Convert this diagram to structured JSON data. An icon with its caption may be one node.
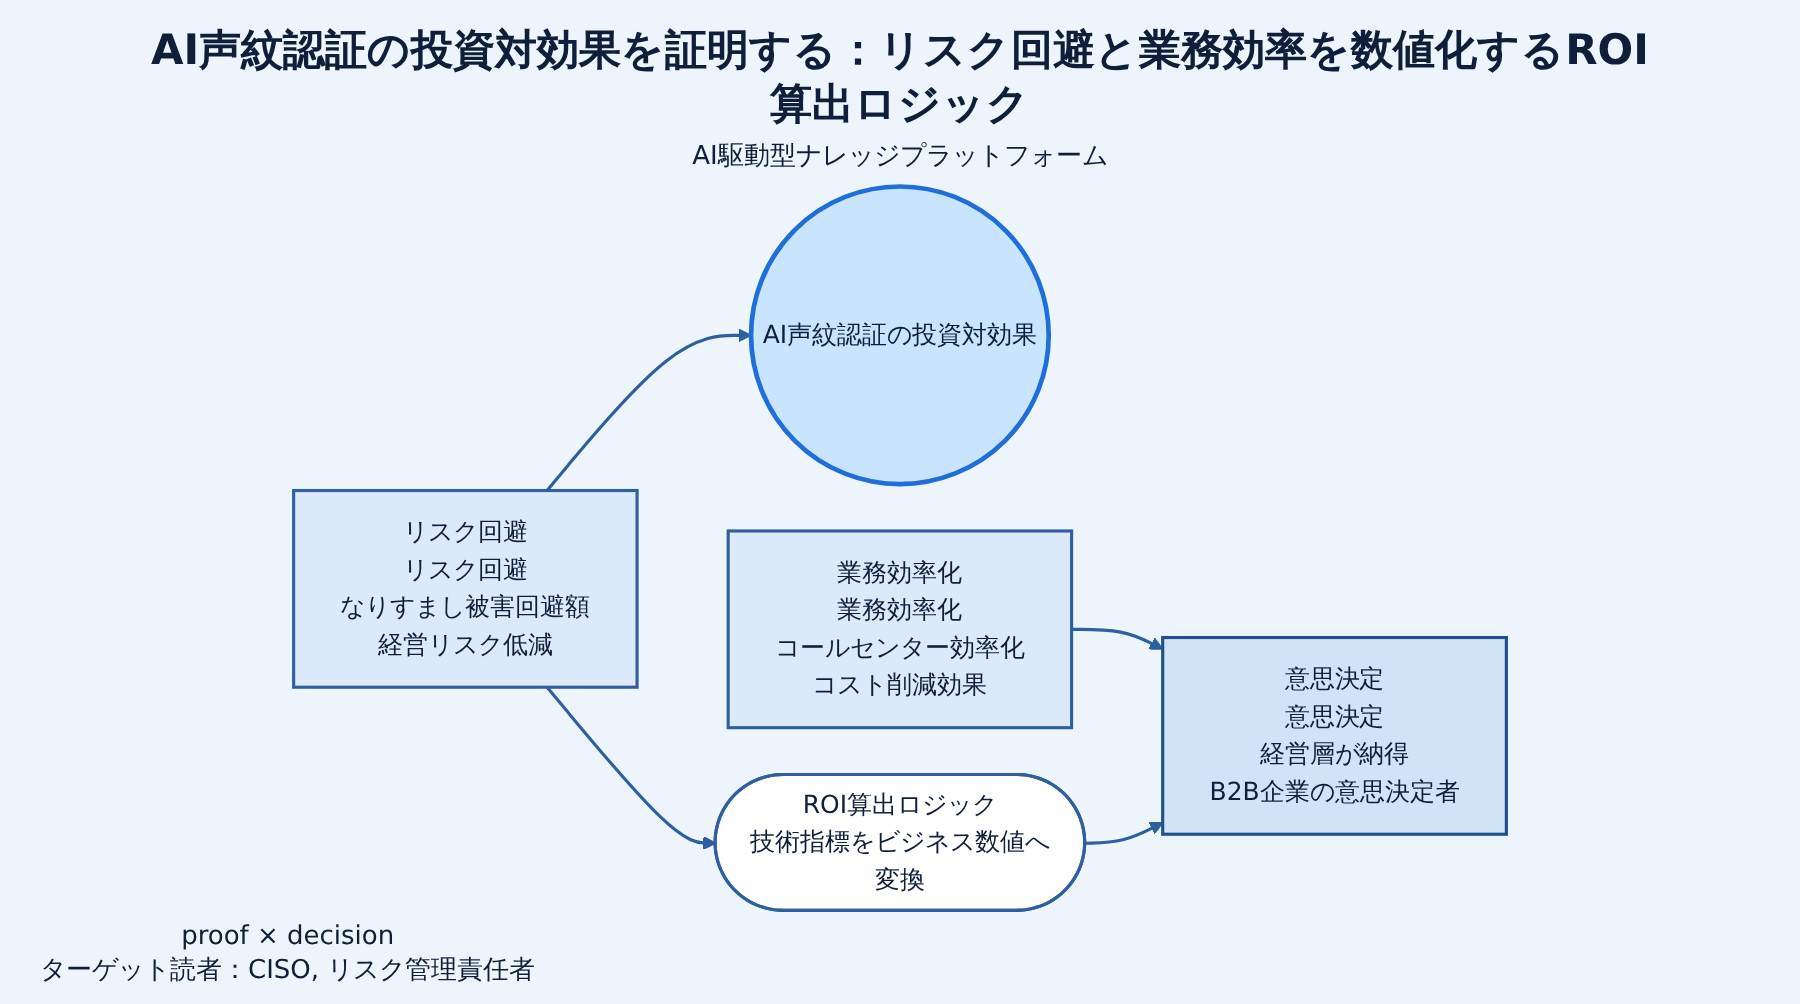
{
  "diagram": {
    "title": "AI声紋認証の投資対効果を証明する：リスク回避と業務効率を数値化するROI算出ロジック",
    "nodes": [
      {
        "text": [
          "リスク回避",
          "リスク回避",
          "なりすまし被害回避額",
          "経営リスク低減"
        ]
      },
      {
        "text": [
          "AI声紋認証の投資対効果"
        ]
      },
      {
        "text": [
          "業務効率化",
          "業務効率化",
          "コールセンター効率化",
          "コスト削減効果"
        ]
      },
      {
        "text": [
          "意思決定",
          "意思決定",
          "経営層が納得",
          "B2B企業の意思決定者"
        ]
      },
      {
        "text": [
          "ROI算出ロジック",
          "技術指標をビジネス数値へ変換"
        ]
      }
    ],
    "edges": [
      {
        "from": 0,
        "to": 1,
        "arrow": "to"
      },
      {
        "from": 2,
        "to": 3,
        "arrow": "to"
      },
      {
        "from": 0,
        "to": 4,
        "arrow": "to"
      },
      {
        "from": 4,
        "to": 3,
        "arrow": "to"
      }
    ],
    "labels": [
      "AI駆動型ナレッジプラットフォーム",
      "proof × decision",
      "ターゲット読者：CISO, リスク管理責任者"
    ]
  }
}
